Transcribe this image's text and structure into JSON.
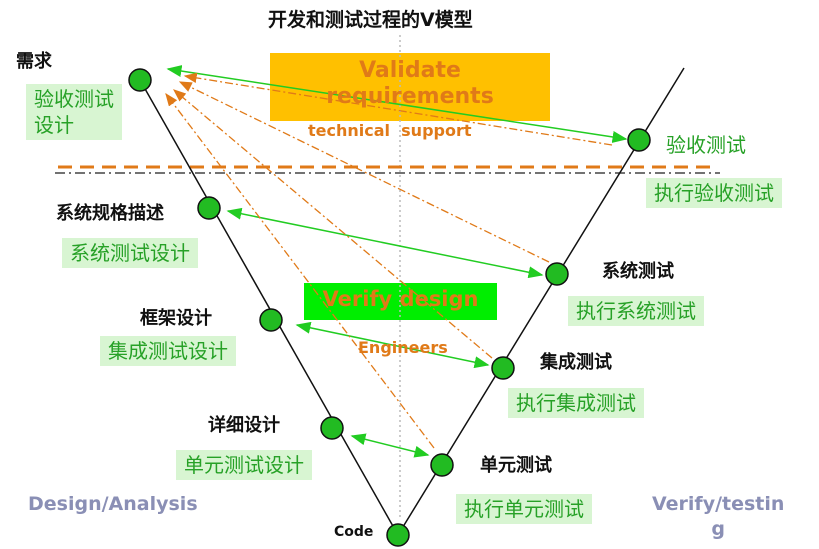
{
  "title": "开发和测试过程的V模型",
  "left_stages": [
    {
      "label": "需求",
      "design_box": "验收测试\n设计"
    },
    {
      "label": "系统规格描述",
      "design_box": "系统测试设计"
    },
    {
      "label": "框架设计",
      "design_box": "集成测试设计"
    },
    {
      "label": "详细设计",
      "design_box": "单元测试设计"
    }
  ],
  "bottom_label": "Code",
  "right_stages": [
    {
      "label": "验收测试",
      "exec_box": "执行验收测试"
    },
    {
      "label": "系统测试",
      "exec_box": "执行系统测试"
    },
    {
      "label": "集成测试",
      "exec_box": "执行集成测试"
    },
    {
      "label": "单元测试",
      "exec_box": "执行单元测试"
    }
  ],
  "validate_label": "Validate\nrequirements",
  "technical_support": "technical  support",
  "verify_design": "Verify design",
  "engineers": "Engineers",
  "design_analysis": "Design/Analysis",
  "verify_testing": "Verify/testin\ng",
  "colors": {
    "node": "#22bb22",
    "box_bg": "#d8f5d2",
    "box_text": "#27a127",
    "orange": "#e07a18",
    "validate_bg": "#ffc000",
    "verify_bg": "#00ee00",
    "side_text": "#8a8fb5"
  }
}
